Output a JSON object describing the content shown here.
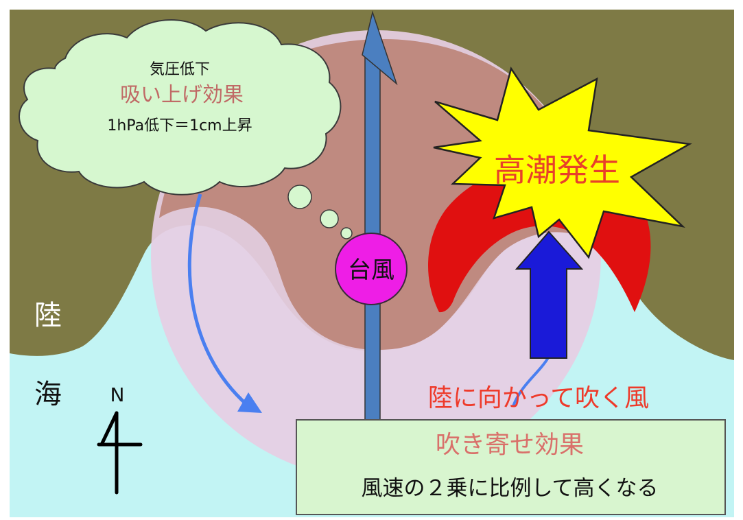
{
  "cloud": {
    "line1": "気圧低下",
    "line2": "吸い上げ効果",
    "line3": "1hPa低下＝1cm上昇"
  },
  "land_label": "陸",
  "sea_label": "海",
  "north_label": "N",
  "typhoon_label": "台風",
  "storm_surge_label": "高潮発生",
  "onshore_wind_label": "陸に向かって吹く風",
  "effect_box": {
    "title": "吹き寄せ効果",
    "body": "風速の２乗に比例して高くなる"
  },
  "colors": {
    "land": "#7e7a45",
    "sea": "#c2f4f4",
    "typhoon_outer": "#e6cde3",
    "typhoon_inner": "#bf8a80",
    "cloud": "#d6f7cf",
    "red_accent": "#e8402a",
    "typhoon_eye": "#ee1ee6",
    "track_arrow": "#4b7fc0",
    "wind_arrow": "#1a1ad8",
    "burst": "#ffff00",
    "effect_box": "#d8f5cf"
  }
}
